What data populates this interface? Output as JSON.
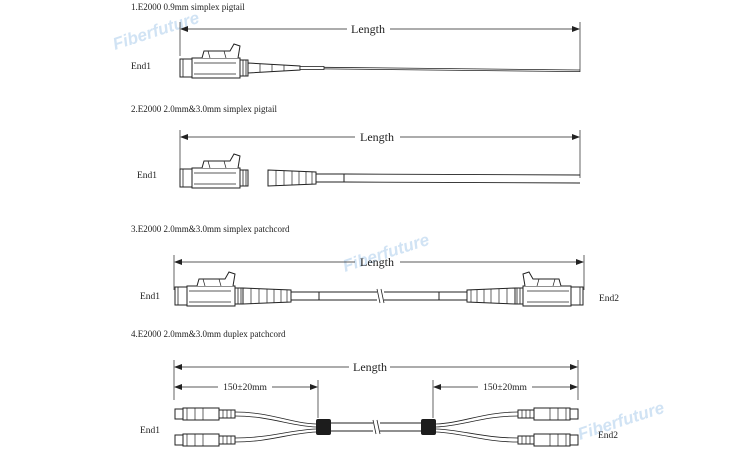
{
  "watermark": "Fiberfuture",
  "dimension_label": "Length",
  "section1": {
    "caption": "1.E2000 0.9mm simplex pigtail",
    "end_label": "End1"
  },
  "section2": {
    "caption": "2.E2000 2.0mm&3.0mm simplex pigtail",
    "end_label": "End1"
  },
  "section3": {
    "caption": "3.E2000 2.0mm&3.0mm simplex patchcord",
    "end1_label": "End1",
    "end2_label": "End2"
  },
  "section4": {
    "caption": "4.E2000 2.0mm&3.0mm duplex patchcord",
    "end1_label": "End1",
    "end2_label": "End2",
    "breakout_left": "150±20mm",
    "breakout_right": "150±20mm"
  }
}
